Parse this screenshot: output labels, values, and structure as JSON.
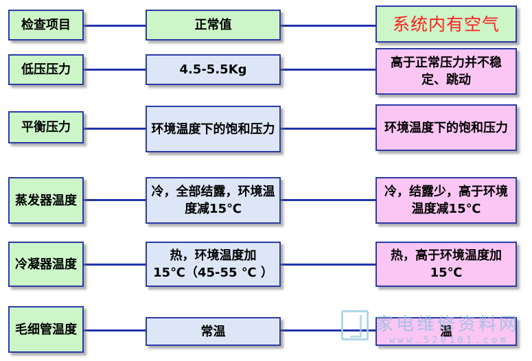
{
  "rows": [
    {
      "item": "检查项目",
      "normal": "正常值",
      "air": "系统内有空气"
    },
    {
      "item": "低压压力",
      "normal": "4.5-5.5Kg",
      "air": "高于正常压力并不稳定、跳动"
    },
    {
      "item": "平衡压力",
      "normal": "环境温度下的饱和压力",
      "air": "环境温度下的饱和压力"
    },
    {
      "item": "蒸发器温度",
      "normal": "冷，全部结露，环境温度减15℃",
      "air": "冷，结露少，高于环境温度减15℃"
    },
    {
      "item": "冷凝器温度",
      "normal": "热，环境温度加15℃（45-55 ℃ ）",
      "air": "热，高于环境温度加15℃"
    },
    {
      "item": "毛细管温度",
      "normal": "常温",
      "air": "温"
    }
  ],
  "watermark": {
    "text": "家电维修资料网",
    "url": "www.520101.com"
  },
  "colors": {
    "border": "#2a3aa8",
    "connector": "#2233aa",
    "header_item_bg": "#ccf5c8",
    "value_bg": "#dce6f6",
    "air_bg": "#fbc6f4",
    "air_header_text": "#ff1f1f"
  }
}
